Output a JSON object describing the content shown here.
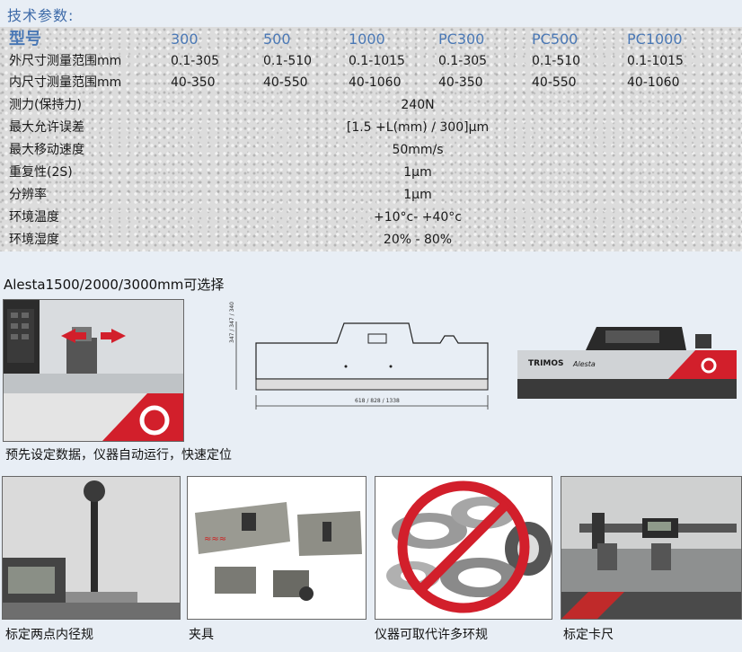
{
  "title": "技术参数:",
  "spec_table": {
    "header": {
      "label": "型号",
      "models": [
        "300",
        "500",
        "1000",
        "PC300",
        "PC500",
        "PC1000"
      ]
    },
    "rows": [
      {
        "label": "外尺寸测量范围mm",
        "values": [
          "0.1-305",
          "0.1-510",
          "0.1-1015",
          "0.1-305",
          "0.1-510",
          "0.1-1015"
        ]
      },
      {
        "label": "内尺寸测量范围mm",
        "values": [
          "40-350",
          "40-550",
          "40-1060",
          "40-350",
          "40-550",
          "40-1060"
        ]
      },
      {
        "label": "测力(保持力)",
        "merged": "240N"
      },
      {
        "label": "最大允许误差",
        "merged": "[1.5 +L(mm) / 300]μm"
      },
      {
        "label": "最大移动速度",
        "merged": "50mm/s"
      },
      {
        "label": "重复性(2S)",
        "merged": "1μm"
      },
      {
        "label": "分辨率",
        "merged": "1μm"
      },
      {
        "label": "环境温度",
        "merged": "+10°c- +40°c"
      },
      {
        "label": "环境湿度",
        "merged": "20% - 80%"
      }
    ]
  },
  "options_text": "Alesta1500/2000/3000mm可选择",
  "drawing": {
    "width_dims": "618 / 828 / 1338",
    "height_dims": "347 / 347 / 340"
  },
  "product_brand": "TRIMOS",
  "product_model": "Alesta",
  "caption_auto": "预先设定数据，仪器自动运行，快速定位",
  "bottom_captions": [
    "标定两点内径规",
    "夹具",
    "仪器可取代许多环规",
    "标定卡尺"
  ],
  "colors": {
    "title_blue": "#3d6aa8",
    "brand_red": "#d21f2b"
  }
}
